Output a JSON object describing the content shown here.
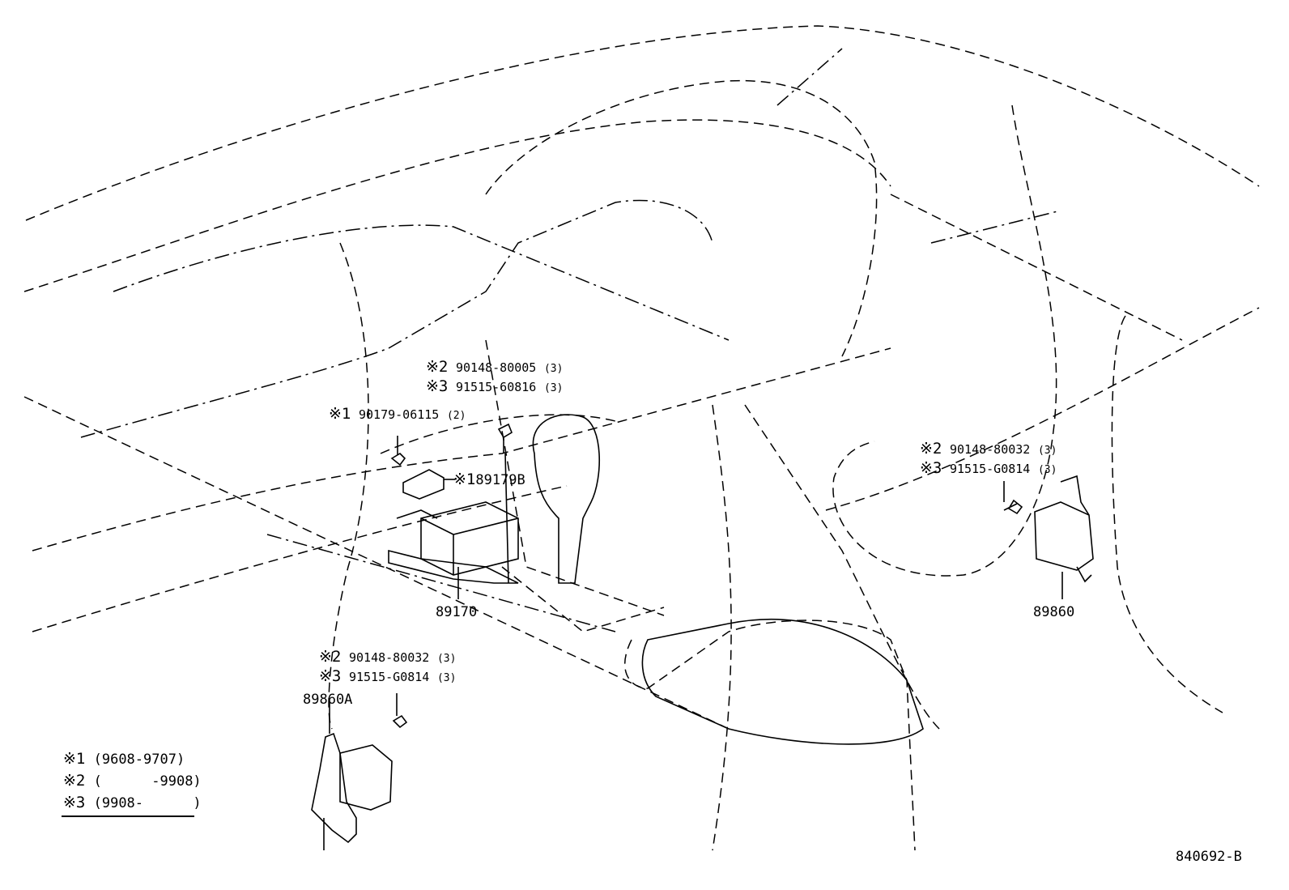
{
  "diagram_code": "840692-B",
  "parts": {
    "main_unit": {
      "number": "89170"
    },
    "right_sensor": {
      "number": "89860"
    },
    "left_sensor": {
      "number": "89860A"
    },
    "connector": {
      "marker": "※1",
      "number": "89179B"
    }
  },
  "fasteners": {
    "center_nut": {
      "marker": "※1",
      "number": "90179-06115",
      "qty": "(2)"
    },
    "center_bolt_a": {
      "marker": "※2",
      "number": "90148-80005",
      "qty": "(3)"
    },
    "center_bolt_b": {
      "marker": "※3",
      "number": "91515-60816",
      "qty": "(3)"
    },
    "right_bolt_a": {
      "marker": "※2",
      "number": "90148-80032",
      "qty": "(3)"
    },
    "right_bolt_b": {
      "marker": "※3",
      "number": "91515-G0814",
      "qty": "(3)"
    },
    "left_bolt_a": {
      "marker": "※2",
      "number": "90148-80032",
      "qty": "(3)"
    },
    "left_bolt_b": {
      "marker": "※3",
      "number": "91515-G0814",
      "qty": "(3)"
    }
  },
  "legend": [
    {
      "marker": "※1",
      "range": "(9608-9707)"
    },
    {
      "marker": "※2",
      "range": "(      -9908)"
    },
    {
      "marker": "※3",
      "range": "(9908-      )"
    }
  ]
}
